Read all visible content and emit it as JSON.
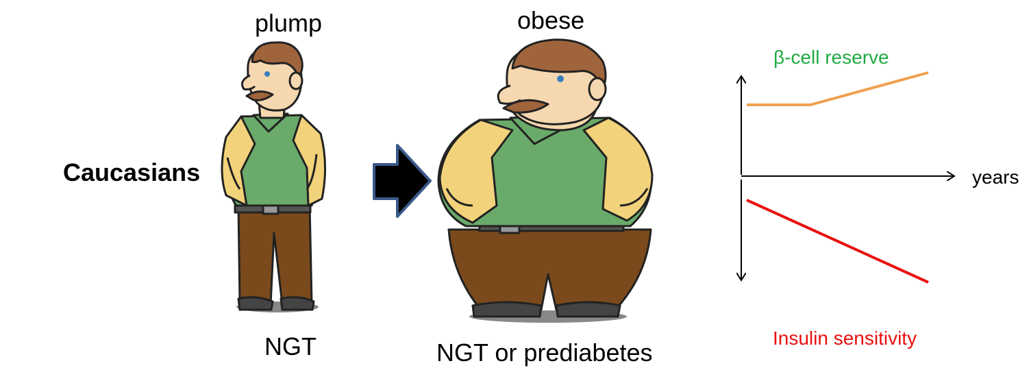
{
  "row_label": "Caucasians",
  "figures": {
    "plump": {
      "title": "plump",
      "status": "NGT"
    },
    "obese": {
      "title": "obese",
      "status": "NGT or prediabetes"
    }
  },
  "graph": {
    "beta_label": "β-cell reserve",
    "x_label": "years",
    "insulin_label": "Insulin sensitivity"
  },
  "colors": {
    "beta": "#f0a050",
    "insulin": "#e81010",
    "beta_text": "#22aa44",
    "insulin_text": "#e81010",
    "shirt": "#6aaa6a",
    "jacket": "#f2d27a",
    "pants": "#7a4a1c",
    "hair": "#a0643c",
    "skin": "#f6d8b0",
    "arrow_fill": "#000000",
    "arrow_stroke": "#3a5a8a"
  },
  "icons": {
    "arrow": "right-block-arrow-icon",
    "plump_person": "plump-man-icon",
    "obese_person": "obese-man-icon"
  }
}
